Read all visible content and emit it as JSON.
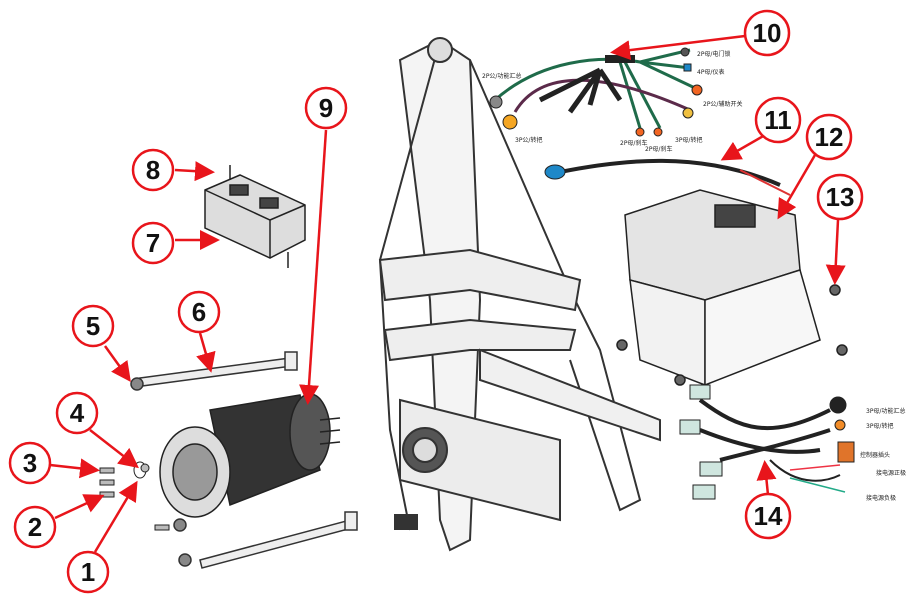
{
  "callouts": [
    "1",
    "2",
    "3",
    "4",
    "5",
    "6",
    "7",
    "8",
    "9",
    "10",
    "11",
    "12",
    "13",
    "14"
  ],
  "harness_10_labels": [
    "2P母/电门锁",
    "4P母/仪表",
    "2P公/辅助开关",
    "3P母/转把",
    "2P母/刹车",
    "2P母/刹车",
    "3P公/转把",
    "2P公/功能汇总"
  ],
  "harness_14_labels": [
    "3P母/功能汇总",
    "3P母/转把",
    "控制器插头",
    "接电源正极",
    "接电源负极"
  ],
  "colors": {
    "arrow": "#e8151b",
    "frame": "#333333",
    "wire": "#1f6b4a"
  }
}
